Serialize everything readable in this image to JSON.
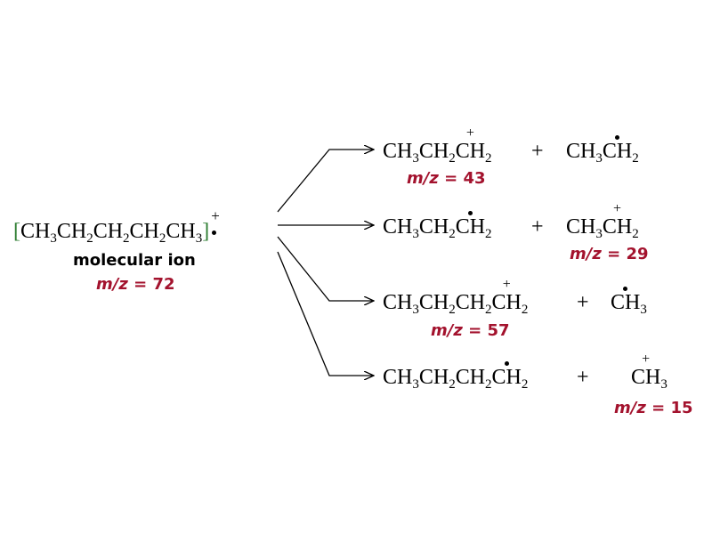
{
  "colors": {
    "text": "#000000",
    "mz_value": "#a3122d",
    "bracket": "#2e7d32",
    "arrow": "#000000"
  },
  "molecular_ion": {
    "bracket_open": "[",
    "bracket_close": "]",
    "formula_parts": [
      "CH",
      "3",
      "CH",
      "2",
      "CH",
      "2",
      "CH",
      "2",
      "CH",
      "3"
    ],
    "charge": "+",
    "label": "molecular ion",
    "mz_symbol": "m/z",
    "mz_equals": "=",
    "mz_value": "72"
  },
  "fragments": [
    {
      "product": [
        "CH",
        "3",
        "CH",
        "2"
      ],
      "marked_atom": "CH",
      "marked_sub": "2",
      "marker": "+",
      "plus": "+",
      "partner": [
        "CH",
        "3"
      ],
      "partner_marked_atom": "CH",
      "partner_marked_sub": "2",
      "partner_marker": "dot",
      "mz_symbol": "m/z",
      "mz_equals": "=",
      "mz_value": "43"
    },
    {
      "product": [
        "CH",
        "3",
        "CH",
        "2"
      ],
      "marked_atom": "CH",
      "marked_sub": "2",
      "marker": "dot",
      "plus": "+",
      "partner": [
        "CH",
        "3"
      ],
      "partner_marked_atom": "CH",
      "partner_marked_sub": "2",
      "partner_marker": "+",
      "mz_symbol": "m/z",
      "mz_equals": "=",
      "mz_value": "29"
    },
    {
      "product": [
        "CH",
        "3",
        "CH",
        "2",
        "CH",
        "2"
      ],
      "marked_atom": "CH",
      "marked_sub": "2",
      "marker": "+",
      "plus": "+",
      "partner": [],
      "partner_marked_atom": "CH",
      "partner_marked_sub": "3",
      "partner_marker": "dot",
      "mz_symbol": "m/z",
      "mz_equals": "=",
      "mz_value": "57"
    },
    {
      "product": [
        "CH",
        "3",
        "CH",
        "2",
        "CH",
        "2"
      ],
      "marked_atom": "CH",
      "marked_sub": "2",
      "marker": "dot",
      "plus": "+",
      "partner": [],
      "partner_marked_atom": "CH",
      "partner_marked_sub": "3",
      "partner_marker": "+",
      "mz_symbol": "m/z",
      "mz_equals": "=",
      "mz_value": "15"
    }
  ]
}
